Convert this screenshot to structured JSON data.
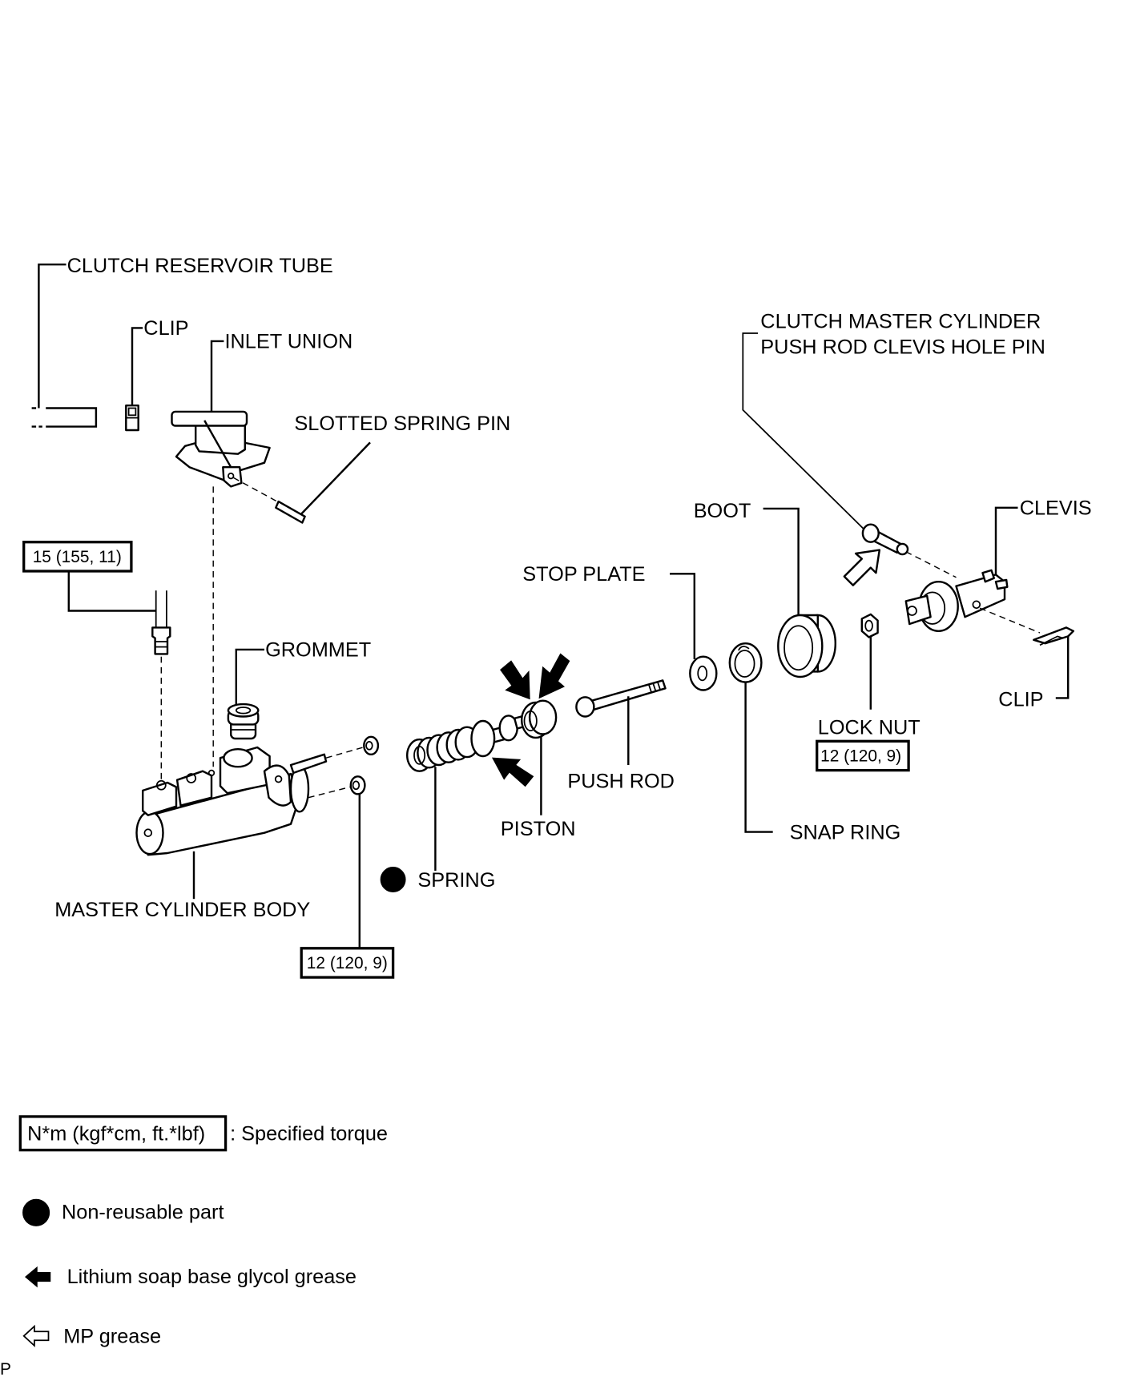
{
  "diagram": {
    "title": "Clutch master cylinder exploded view",
    "parts": {
      "clutch_reservoir_tube": "CLUTCH RESERVOIR TUBE",
      "clip_upper": "CLIP",
      "inlet_union": "INLET UNION",
      "slotted_spring_pin": "SLOTTED SPRING PIN",
      "clevis_hole_pin_line1": "CLUTCH MASTER CYLINDER",
      "clevis_hole_pin_line2": "PUSH ROD CLEVIS HOLE PIN",
      "boot": "BOOT",
      "clevis": "CLEVIS",
      "stop_plate": "STOP PLATE",
      "grommet": "GROMMET",
      "push_rod": "PUSH ROD",
      "piston": "PISTON",
      "spring": "SPRING",
      "master_cylinder_body": "MASTER CYLINDER BODY",
      "lock_nut": "LOCK NUT",
      "snap_ring": "SNAP RING",
      "clip_lower": "CLIP"
    },
    "torques": {
      "tube_fitting": "15 (155, 11)",
      "mounting_nut": "12 (120, 9)",
      "lock_nut": "12 (120, 9)"
    }
  },
  "legend": {
    "torque_box": "N*m (kgf*cm, ft.*lbf)",
    "torque_desc": ": Specified torque",
    "non_reusable": "Non-reusable part",
    "lithium_grease": "Lithium soap base glycol grease",
    "mp_grease": "MP grease"
  },
  "footer": {
    "corner_mark": "P"
  }
}
